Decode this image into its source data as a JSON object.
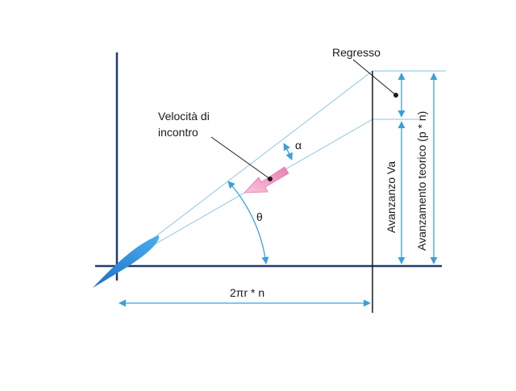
{
  "labels": {
    "regresso": "Regresso",
    "velocita_line1": "Velocità di",
    "velocita_line2": "incontro",
    "alpha": "α",
    "theta": "θ",
    "avanzo_va": "Avanzanzo Va",
    "avanzamento_teorico": "Avanzamento teorico (p * n)",
    "two_pi_r_n": "2πr * n"
  },
  "colors": {
    "axis": "#1f3a6e",
    "construction_line": "#9fcfe6",
    "dimension_arrow": "#3aa0dc",
    "blade_fill": "#2f8ee0",
    "velocity_arrow": "#f2a3c8",
    "text": "#1a1a1a"
  }
}
